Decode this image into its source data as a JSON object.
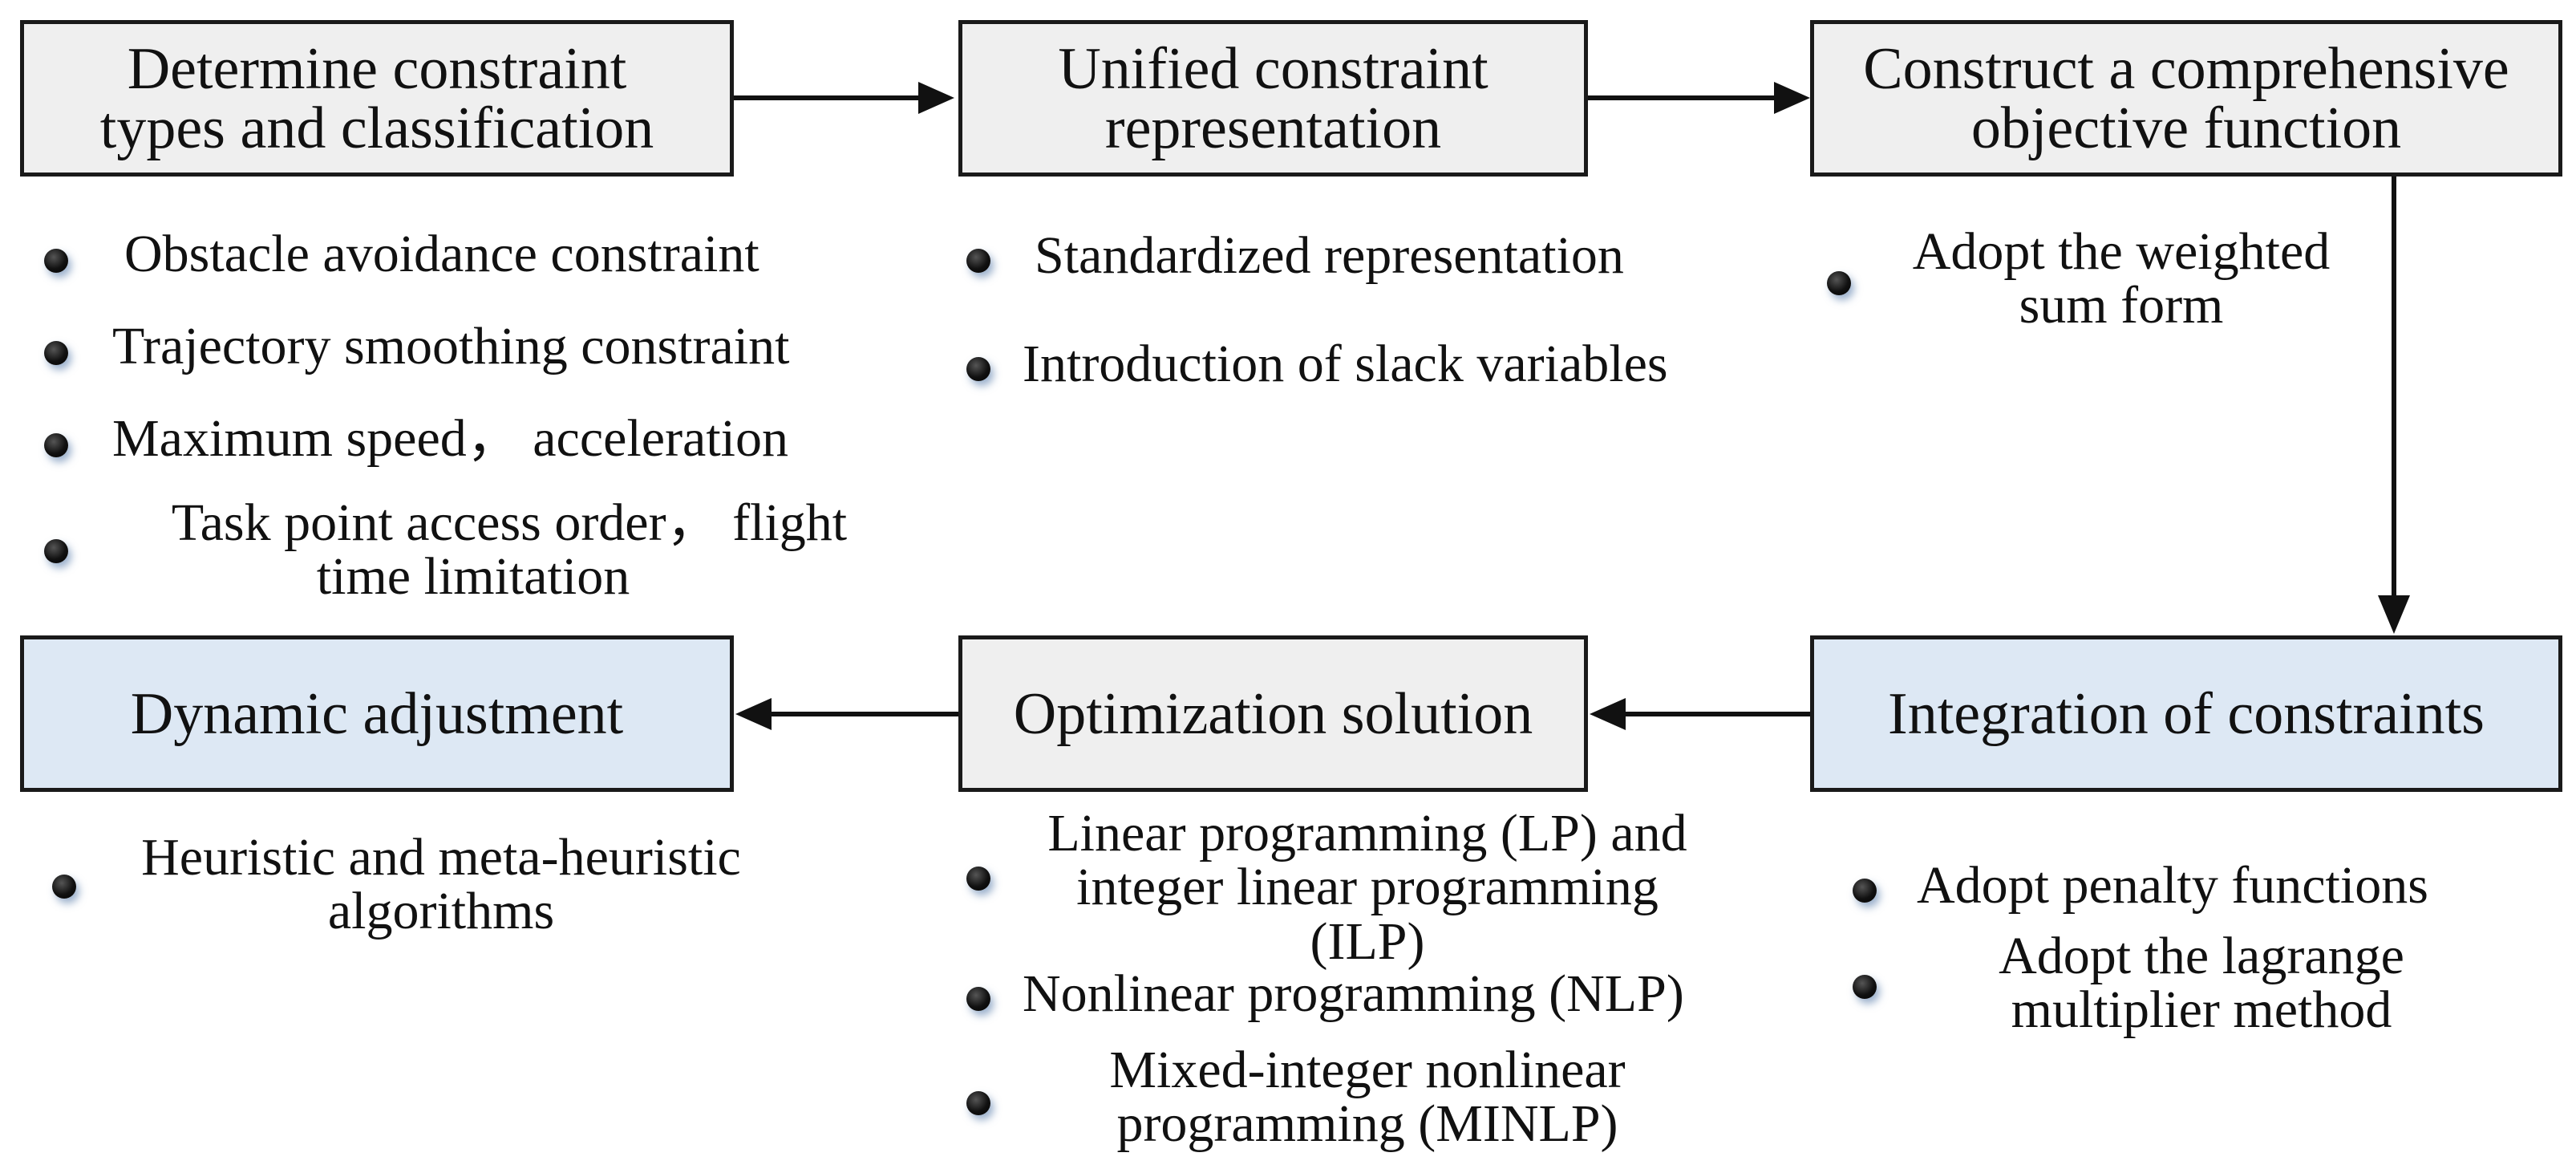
{
  "boxes": {
    "determine": [
      "Determine constraint",
      "types and classification"
    ],
    "unified": [
      "Unified constraint",
      "representation"
    ],
    "construct": [
      "Construct a comprehensive",
      "objective function"
    ],
    "integration": [
      "Integration of constraints"
    ],
    "optimization": [
      "Optimization solution"
    ],
    "dynamic": [
      "Dynamic adjustment"
    ]
  },
  "items": {
    "determine": [
      [
        "Obstacle avoidance constraint"
      ],
      [
        "Trajectory smoothing constraint"
      ],
      [
        "Maximum speed， acceleration"
      ],
      [
        "Task point access order， flight",
        "time limitation"
      ]
    ],
    "unified": [
      [
        "Standardized representation"
      ],
      [
        "Introduction of slack variables"
      ]
    ],
    "construct": [
      [
        "Adopt the weighted",
        "sum form"
      ]
    ],
    "integration": [
      [
        "Adopt penalty functions"
      ],
      [
        "Adopt the lagrange",
        "multiplier method"
      ]
    ],
    "optimization": [
      [
        "Linear programming (LP) and",
        "integer linear programming",
        "(ILP)"
      ],
      [
        "Nonlinear programming (NLP)"
      ],
      [
        "Mixed-integer nonlinear",
        "programming (MINLP)"
      ]
    ],
    "dynamic": [
      [
        "Heuristic and meta-heuristic",
        "algorithms"
      ]
    ]
  }
}
